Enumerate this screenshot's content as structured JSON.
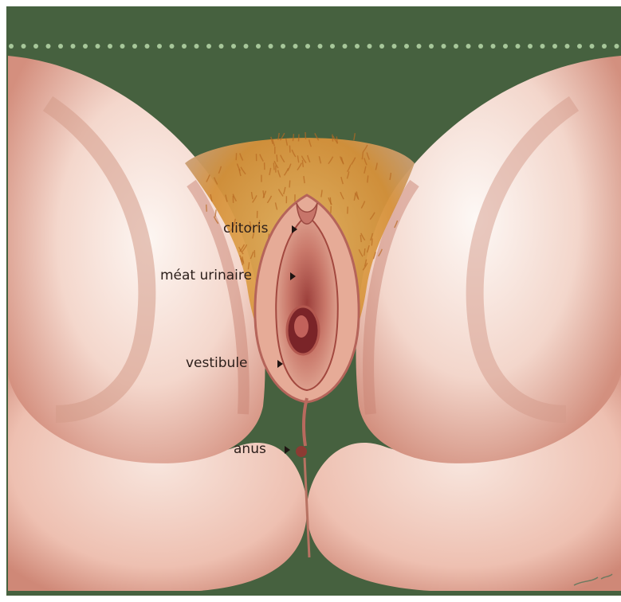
{
  "labels": {
    "clitoris": "clitoris",
    "urethral_meatus": "méat urinaire",
    "vestibule": "vestibule",
    "anus": "anus"
  },
  "colors": {
    "background": "#46613f",
    "dots": "#a7c79a",
    "skin_light": "#fbefe9",
    "skin_mid": "#efc3b4",
    "skin_shadow": "#c87d6d",
    "hair": "#d99a3c",
    "tissue": "#b75f55",
    "label_text": "#2b1e1a"
  }
}
